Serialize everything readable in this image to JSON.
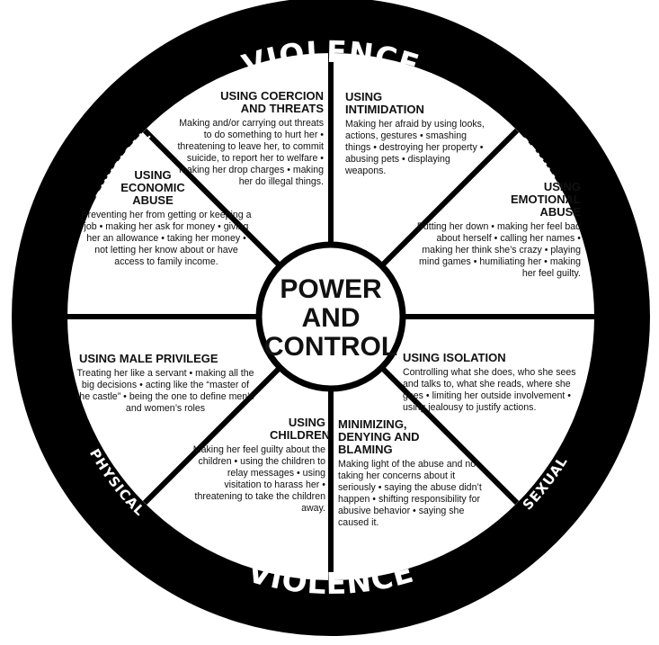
{
  "outer_ring": {
    "top_left": "PHYSICAL",
    "top_center": "VIOLENCE",
    "top_right": "SEXUAL",
    "bottom_left": "PHYSICAL",
    "bottom_center": "VIOLENCE",
    "bottom_right": "SEXUAL"
  },
  "hub": {
    "line1": "POWER",
    "line2": "AND",
    "line3": "CONTROL"
  },
  "segments": {
    "coercion": {
      "title": "USING COERCION AND THREATS",
      "body": "Making and/or carrying out threats to do something to hurt her • threatening to leave her, to commit suicide, to report her to welfare • making her drop charges • making her do illegal things."
    },
    "intimidation": {
      "title": "USING INTIMIDATION",
      "body": "Making her afraid by using looks, actions, gestures • smashing things • destroying her property • abusing pets • displaying weapons."
    },
    "emotional": {
      "title": "USING EMOTIONAL ABUSE",
      "body": "Putting her down • making her feel bad about herself • calling her names • making her think she’s crazy • playing mind games • humiliating her • making her feel guilty."
    },
    "isolation": {
      "title": "USING ISOLATION",
      "body": "Controlling what she does, who she sees and talks to, what she reads, where she goes • limiting her outside involvement • using jealousy to justify actions."
    },
    "minimizing": {
      "title": "MINIMIZING, DENYING AND BLAMING",
      "body": "Making light of the abuse and not taking her concerns about it seriously • saying the abuse didn’t happen • shifting responsibility for abusive behavior • saying she caused it."
    },
    "children": {
      "title": "USING CHILDREN",
      "body": "Making her feel guilty about the children • using the children to relay messages • using visitation to harass her • threatening to take the children away."
    },
    "privilege": {
      "title": "USING MALE PRIVILEGE",
      "body": "Treating her like a servant • making all the big decisions • acting like the “master of the castle” • being the one to define men’s and women’s roles"
    },
    "economic": {
      "title": "USING ECONOMIC ABUSE",
      "body": "Preventing her from getting or keeping a job • making her ask for money • giving her an allowance • taking her money • not letting her know about or have access to family income."
    }
  }
}
